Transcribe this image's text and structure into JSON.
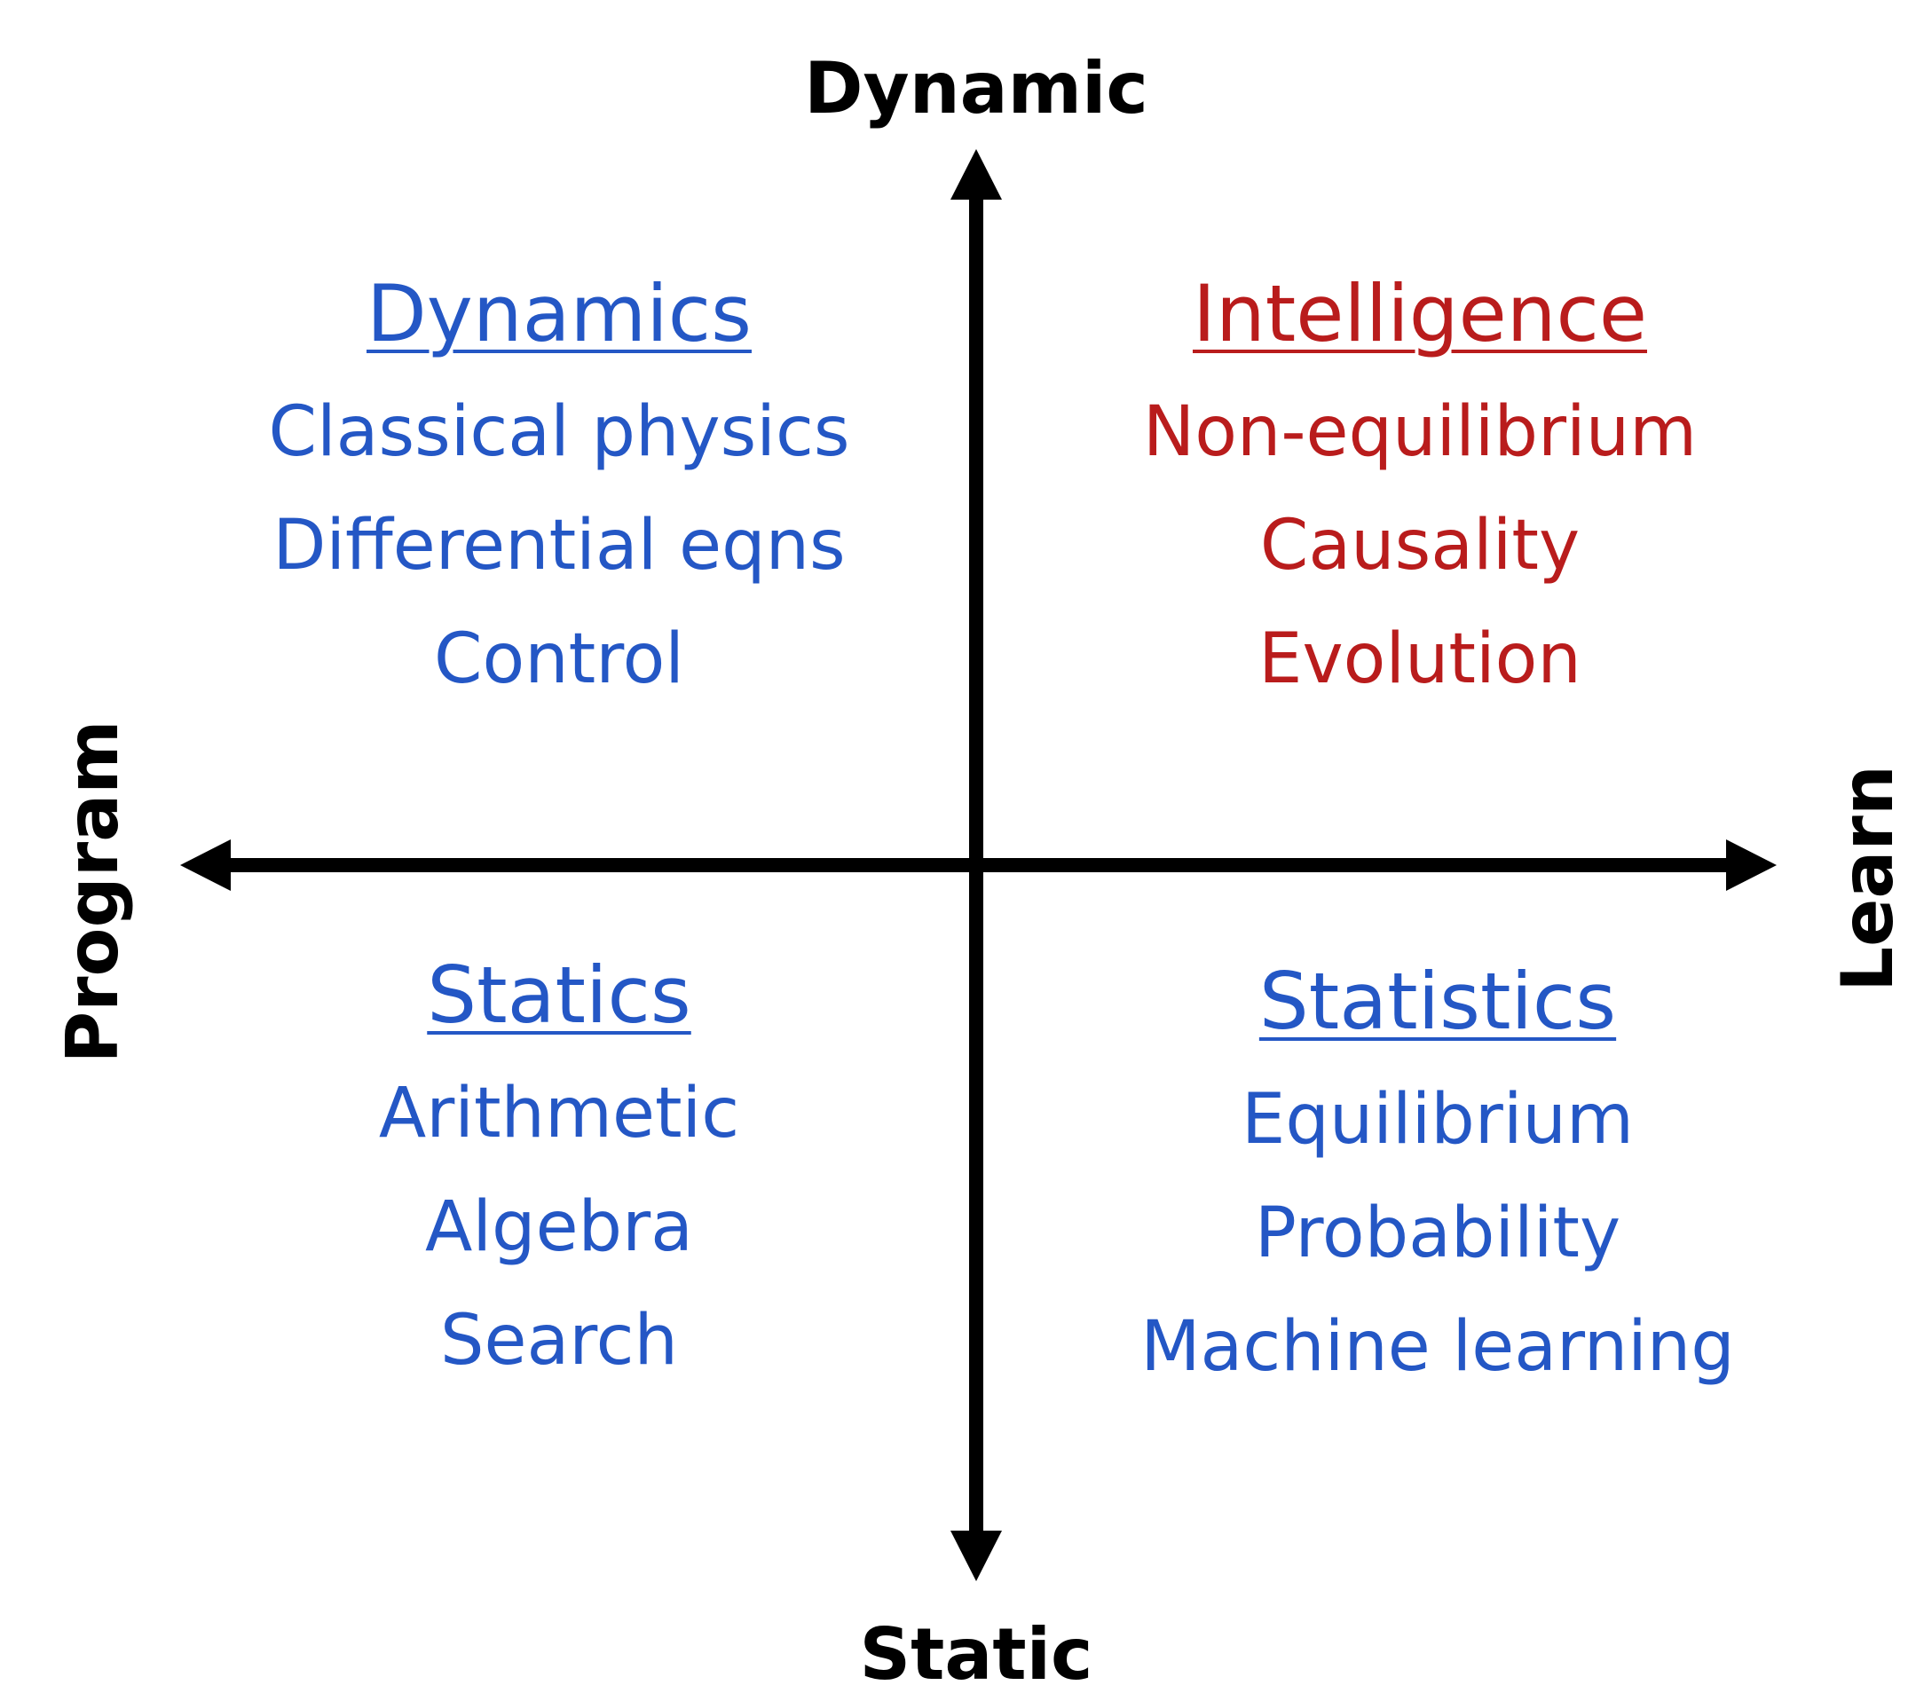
{
  "axes": {
    "top": "Dynamic",
    "bottom": "Static",
    "left": "Program",
    "right": "Learn"
  },
  "colors": {
    "axis": "#000000",
    "blue_text": "#2457c5",
    "red_text": "#b91c1c"
  },
  "quadrants": {
    "top_left": {
      "title": "Dynamics",
      "items": [
        "Classical physics",
        "Differential eqns",
        "Control"
      ]
    },
    "top_right": {
      "title": "Intelligence",
      "items": [
        "Non-equilibrium",
        "Causality",
        "Evolution"
      ]
    },
    "bottom_left": {
      "title": "Statics",
      "items": [
        "Arithmetic",
        "Algebra",
        "Search"
      ]
    },
    "bottom_right": {
      "title": "Statistics",
      "items": [
        "Equilibrium",
        "Probability",
        "Machine learning"
      ]
    }
  }
}
